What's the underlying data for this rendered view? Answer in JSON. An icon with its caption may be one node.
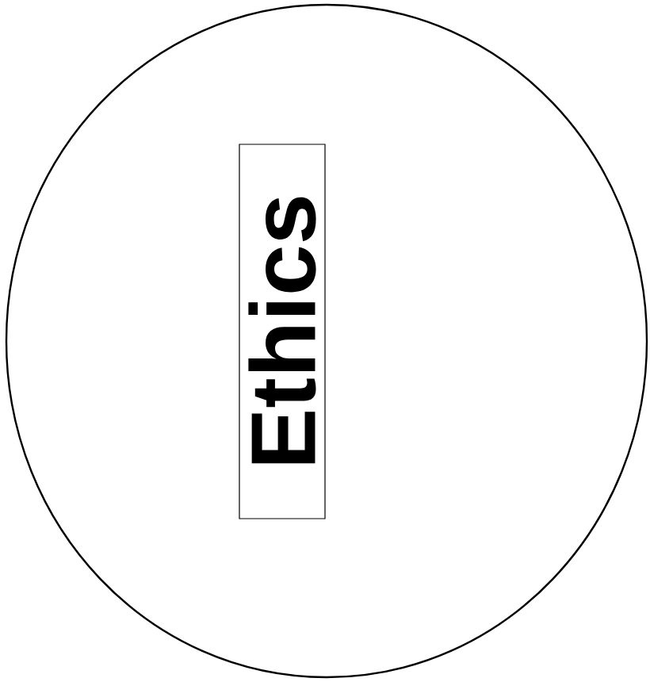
{
  "diagram": {
    "nodes": [
      {
        "text": [],
        "shape": "circle"
      },
      {
        "text": [
          "Ethics"
        ],
        "in": 0
      }
    ]
  }
}
